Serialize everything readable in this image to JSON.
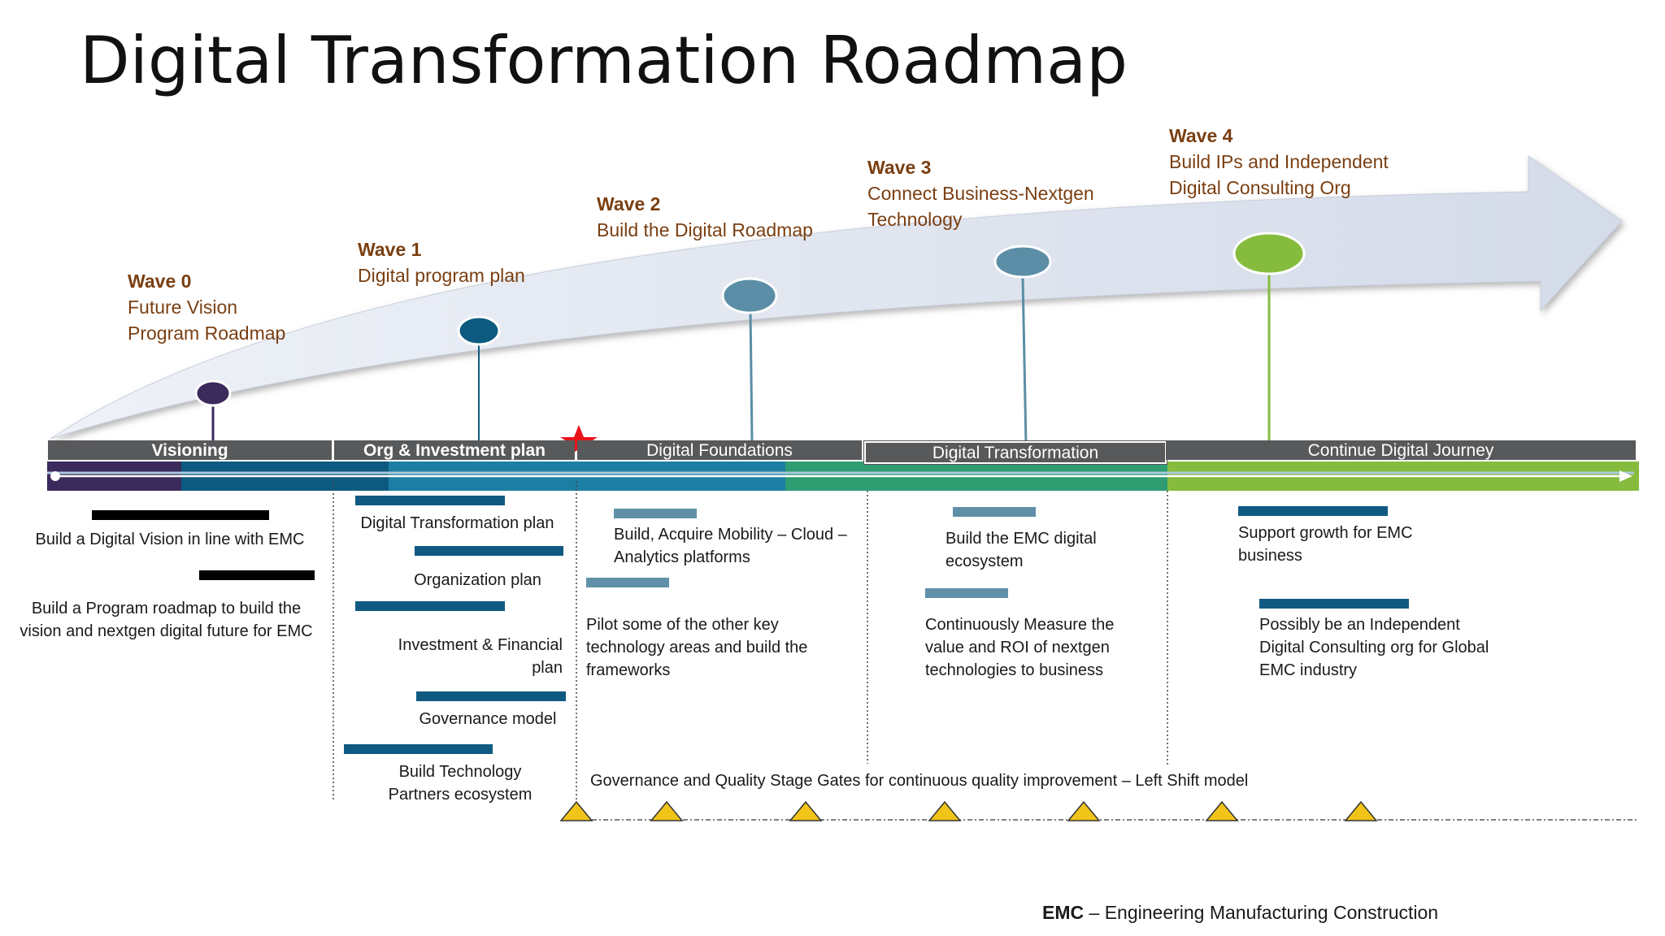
{
  "title": "Digital Transformation Roadmap",
  "waves": [
    {
      "name": "Wave 0",
      "lines": [
        "Future Vision",
        "Program Roadmap"
      ]
    },
    {
      "name": "Wave 1",
      "lines": [
        "Digital program plan"
      ]
    },
    {
      "name": "Wave 2",
      "lines": [
        "Build the Digital Roadmap"
      ]
    },
    {
      "name": "Wave 3",
      "lines": [
        "Connect Business-Nextgen",
        "Technology"
      ]
    },
    {
      "name": "Wave 4",
      "lines": [
        "Build IPs and Independent",
        "Digital Consulting Org"
      ]
    }
  ],
  "phases": [
    "Visioning",
    "Org & Investment plan",
    "Digital Foundations",
    "Digital Transformation",
    "Continue Digital Journey"
  ],
  "tasks": {
    "visioning": [
      "Build a Digital Vision in line with EMC",
      "Build a Program roadmap to build the vision and nextgen digital future for EMC"
    ],
    "org_investment": [
      "Digital Transformation plan",
      "Organization plan",
      "Investment & Financial plan",
      "Governance model",
      "Build Technology Partners ecosystem"
    ],
    "foundations": [
      "Build, Acquire Mobility – Cloud – Analytics platforms",
      "Pilot some of the other key technology areas and build the frameworks"
    ],
    "transformation": [
      "Build the EMC digital ecosystem",
      "Continuously Measure the value and ROI of nextgen technologies to business"
    ],
    "continue": [
      "Support growth for EMC business",
      "Possibly be an Independent Digital Consulting org for Global EMC industry"
    ]
  },
  "governance_text": "Governance and Quality Stage Gates for continuous quality improvement – Left Shift model",
  "footnote": {
    "abbr": "EMC",
    "text": " – Engineering Manufacturing Construction"
  },
  "colors": {
    "wave_text": "#7a3f12",
    "wave0": "#3b2a5c",
    "wave1": "#0d5a80",
    "wave2": "#5b8ea6",
    "wave3": "#5b8ea6",
    "wave4": "#86bc3e",
    "phase_bar": "#58595b",
    "task_bar": "#105a82",
    "task_bar_light": "#6090a8",
    "gate": "#f0c419",
    "star": "#e8141b"
  }
}
